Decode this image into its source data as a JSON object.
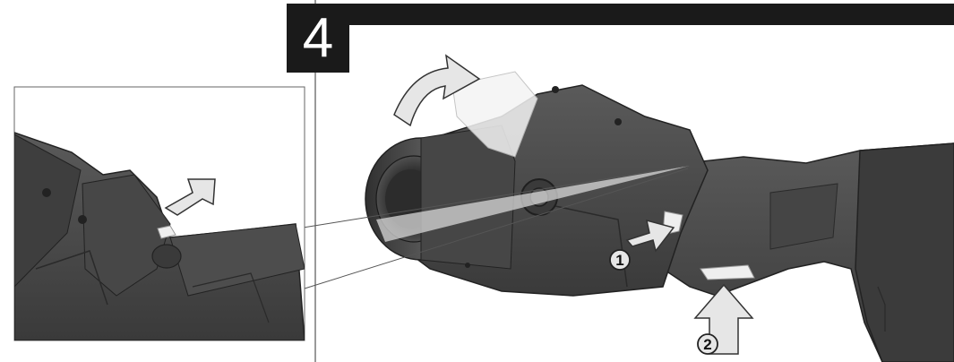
{
  "step": {
    "number": "4"
  },
  "callouts": [
    {
      "label": "1"
    },
    {
      "label": "2"
    }
  ],
  "colors": {
    "tool_body": "#4a4a4a",
    "tool_dark": "#2e2e2e",
    "arrow_fill": "#e6e6e6",
    "header_bar": "#1a1a1a",
    "clip_light": "#efefef"
  }
}
